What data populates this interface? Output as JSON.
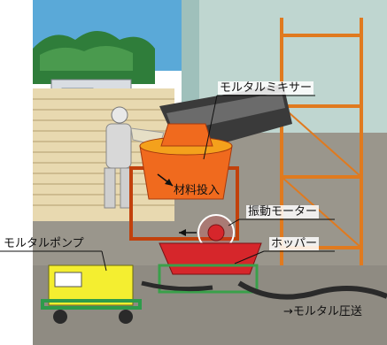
{
  "labels": {
    "mixer": "モルタルミキサー",
    "material_input": "材料投入",
    "vibration_motor": "振動モーター",
    "hopper": "ホッパー",
    "pump": "モルタルポンプ",
    "feed": "→モルタル圧送"
  },
  "colors": {
    "sky": "#5aa9d8",
    "trees": "#2f7d3a",
    "ground": "#9a968c",
    "mixer": "#f06a1e",
    "mixer_top": "#f4a11c",
    "frame": "#c2410c",
    "hopper": "#d6262b",
    "hopper_frame": "#3aa04a",
    "pump_body": "#f4ee30",
    "pump_frame": "#2e9b4b",
    "scaffold": "#e07a1f",
    "bags": "#e8d9b0"
  },
  "icons": [
    "person-icon",
    "truck-icon",
    "conveyor-icon",
    "scaffold-icon"
  ]
}
